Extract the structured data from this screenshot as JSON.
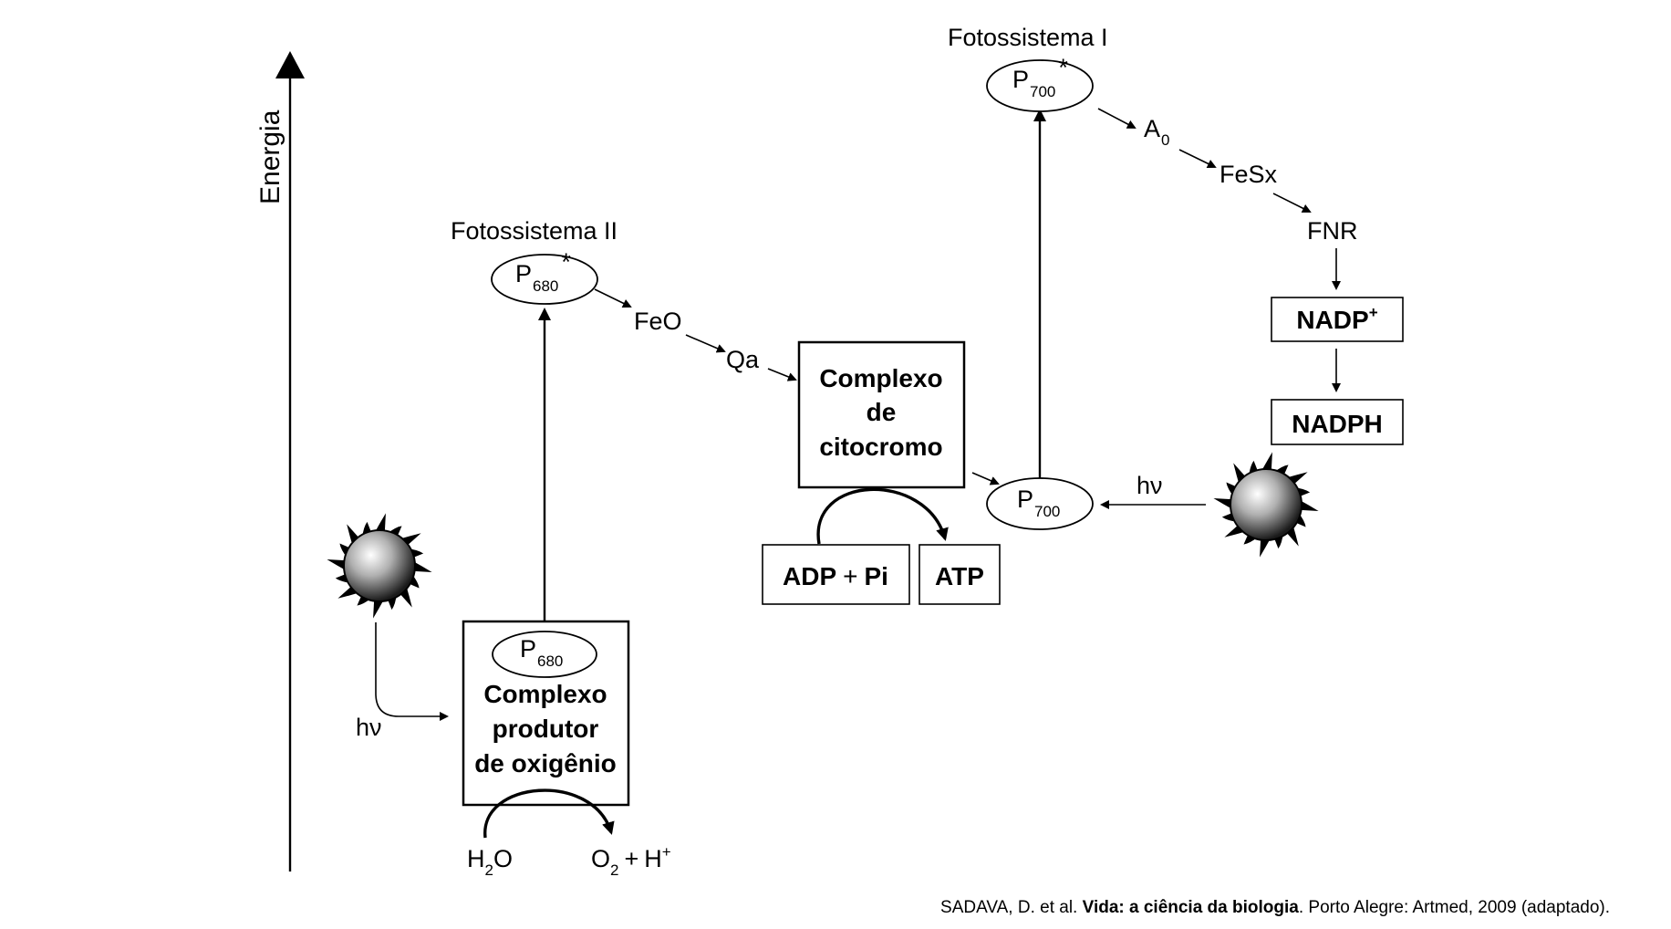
{
  "axis": {
    "label": "Energia"
  },
  "photosystem_ii": {
    "title": "Fotossistema II",
    "excited": {
      "main": "P",
      "sub": "680",
      "sup": "*"
    },
    "ground": {
      "main": "P",
      "sub": "680"
    },
    "complex": [
      "Complexo",
      "produtor",
      "de oxigênio"
    ],
    "water": {
      "main": "H",
      "sub": "2",
      "tail": "O"
    },
    "products": {
      "o": "O",
      "sub": "2",
      "plus": "+",
      "h": "H",
      "sup": "+"
    },
    "light": {
      "h": "h",
      "nu": "ν"
    }
  },
  "chain_ii": [
    "FeO",
    "Qa"
  ],
  "cytochrome": {
    "lines": [
      "Complexo",
      "de",
      "citocromo"
    ]
  },
  "atp_synthesis": {
    "adp": "ADP",
    "plus": "+",
    "pi": "Pi",
    "atp": "ATP"
  },
  "photosystem_i": {
    "title": "Fotossistema I",
    "excited": {
      "main": "P",
      "sub": "700",
      "sup": "*"
    },
    "ground": {
      "main": "P",
      "sub": "700"
    },
    "light": {
      "h": "h",
      "nu": "ν"
    }
  },
  "chain_i": {
    "a0": {
      "main": "A",
      "sub": "0"
    },
    "fesx": "FeSx",
    "fnr": "FNR"
  },
  "nadp": {
    "ox_main": "NADP",
    "ox_sup": "+",
    "red": "NADPH"
  },
  "citation": {
    "authors": "SADAVA, D. et al. ",
    "title": "Vida: a ciência da biologia",
    "rest": ". Porto Alegre: Artmed, 2009 (adaptado)."
  }
}
